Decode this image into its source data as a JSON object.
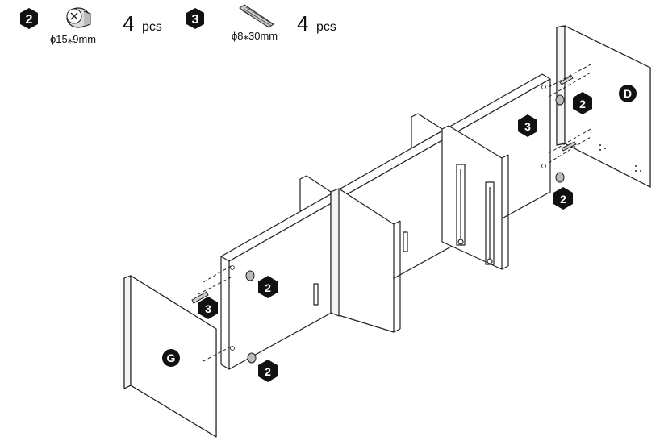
{
  "parts": [
    {
      "number": "2",
      "dimension": "ϕ15⁎9mm",
      "quantity": "4",
      "unit": "pcs",
      "icon": "cam-lock-icon"
    },
    {
      "number": "3",
      "dimension": "ϕ8⁎30mm",
      "quantity": "4",
      "unit": "pcs",
      "icon": "wooden-dowel-icon"
    }
  ],
  "panels": [
    {
      "label": "D"
    },
    {
      "label": "G"
    }
  ],
  "callouts": {
    "cam": "2",
    "dowel": "3"
  },
  "colors": {
    "ink": "#111111",
    "panel": "#ffffff",
    "stroke": "#222222"
  }
}
